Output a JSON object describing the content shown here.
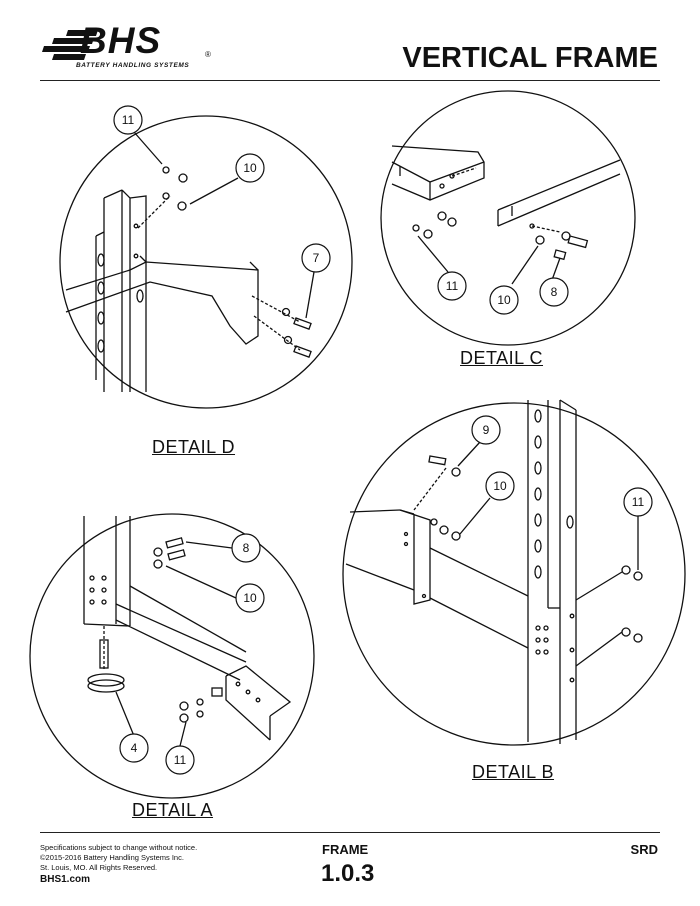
{
  "header": {
    "logo_text": "BHS",
    "logo_registered": "®",
    "logo_tagline": "BATTERY HANDLING SYSTEMS",
    "title": "VERTICAL FRAME"
  },
  "details": {
    "d": {
      "label": "DETAIL  D",
      "callouts": [
        "11",
        "10",
        "7"
      ]
    },
    "c": {
      "label": "DETAIL  C",
      "callouts": [
        "11",
        "10",
        "8"
      ]
    },
    "b": {
      "label": "DETAIL  B",
      "callouts": [
        "9",
        "10",
        "11"
      ]
    },
    "a": {
      "label": "DETAIL  A",
      "callouts": [
        "8",
        "10",
        "4",
        "11"
      ]
    }
  },
  "footer": {
    "notes": [
      "Specifications subject to change without notice.",
      "©2015-2016 Battery Handling Systems Inc.",
      "St. Louis, MO.  All Rights Reserved."
    ],
    "website": "BHS1.com",
    "section": "FRAME",
    "page": "1.0.3",
    "model": "SRD"
  }
}
